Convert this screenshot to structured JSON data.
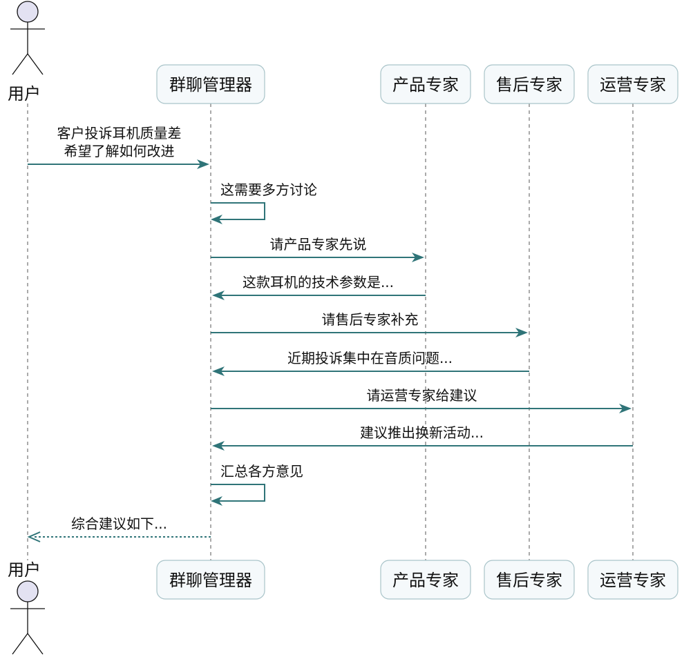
{
  "colors": {
    "arrow": "#2f7478",
    "participant_fill": "#f5f9fb",
    "participant_border": "#a9c4c9",
    "actor_head_fill": "#e3e2f2"
  },
  "participants": [
    {
      "id": "user",
      "label": "用户",
      "kind": "actor",
      "icon": "person-icon"
    },
    {
      "id": "manager",
      "label": "群聊管理器",
      "kind": "box"
    },
    {
      "id": "product",
      "label": "产品专家",
      "kind": "box"
    },
    {
      "id": "aftersales",
      "label": "售后专家",
      "kind": "box"
    },
    {
      "id": "operations",
      "label": "运营专家",
      "kind": "box"
    }
  ],
  "messages": [
    {
      "from": "user",
      "to": "manager",
      "lines": [
        "客户投诉耳机质量差",
        "希望了解如何改进"
      ],
      "style": "solid"
    },
    {
      "from": "manager",
      "to": "manager",
      "lines": [
        "这需要多方讨论"
      ],
      "style": "solid"
    },
    {
      "from": "manager",
      "to": "product",
      "lines": [
        "请产品专家先说"
      ],
      "style": "solid"
    },
    {
      "from": "product",
      "to": "manager",
      "lines": [
        "这款耳机的技术参数是..."
      ],
      "style": "solid"
    },
    {
      "from": "manager",
      "to": "aftersales",
      "lines": [
        "请售后专家补充"
      ],
      "style": "solid"
    },
    {
      "from": "aftersales",
      "to": "manager",
      "lines": [
        "近期投诉集中在音质问题..."
      ],
      "style": "solid"
    },
    {
      "from": "manager",
      "to": "operations",
      "lines": [
        "请运营专家给建议"
      ],
      "style": "solid"
    },
    {
      "from": "operations",
      "to": "manager",
      "lines": [
        "建议推出换新活动..."
      ],
      "style": "solid"
    },
    {
      "from": "manager",
      "to": "manager",
      "lines": [
        "汇总各方意见"
      ],
      "style": "solid"
    },
    {
      "from": "manager",
      "to": "user",
      "lines": [
        "综合建议如下..."
      ],
      "style": "dashed"
    }
  ]
}
